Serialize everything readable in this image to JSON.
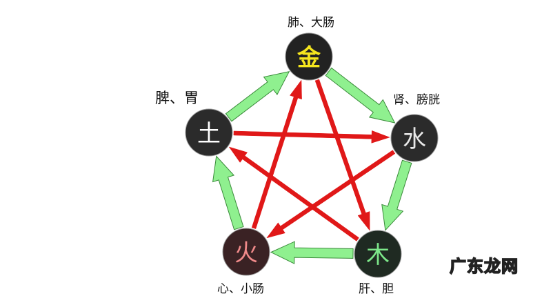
{
  "elements": [
    {
      "id": "metal",
      "char": "金",
      "organs": "肺、大肠",
      "fill": "#222222",
      "color": "#f5e61e"
    },
    {
      "id": "water",
      "char": "水",
      "organs": "肾、膀胱",
      "fill": "#2b2b2b",
      "color": "#e8e8e8"
    },
    {
      "id": "wood",
      "char": "木",
      "organs": "肝、胆",
      "fill": "#1f2a22",
      "color": "#7de88a"
    },
    {
      "id": "fire",
      "char": "火",
      "organs": "心、小肠",
      "fill": "#3a2224",
      "color": "#f08a8a"
    },
    {
      "id": "earth",
      "char": "土",
      "organs": "脾、胃",
      "fill": "#2b2b2b",
      "color": "#ffffff"
    }
  ],
  "generating_arrows": [
    [
      "earth",
      "metal"
    ],
    [
      "metal",
      "water"
    ],
    [
      "water",
      "wood"
    ],
    [
      "wood",
      "fire"
    ],
    [
      "fire",
      "earth"
    ]
  ],
  "controlling_arrows": [
    [
      "metal",
      "wood"
    ],
    [
      "wood",
      "earth"
    ],
    [
      "earth",
      "water"
    ],
    [
      "water",
      "fire"
    ],
    [
      "fire",
      "metal"
    ]
  ],
  "colors": {
    "generating": "#8ff08f",
    "generating_stroke": "#3a8a3a",
    "controlling": "#e01818"
  },
  "watermark": "广东龙网"
}
